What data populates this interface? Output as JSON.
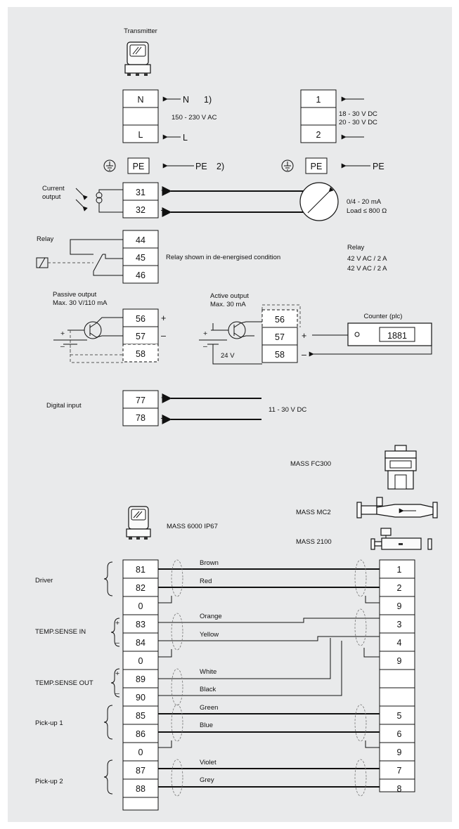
{
  "diagram_title_area": {
    "transmitter_label": "Transmitter"
  },
  "power": {
    "left_terminals": [
      "N",
      "",
      "L"
    ],
    "arrow_N": "N",
    "arrow_L": "L",
    "footnote_1": "1)",
    "voltage_ac": "150 - 230 V AC",
    "right_terminals": [
      "1",
      "",
      "2"
    ],
    "voltage_dc_1": "18 - 30 V DC",
    "voltage_dc_2": "20 - 30 V DC",
    "pe_left": "PE",
    "pe_left_arrow": "PE",
    "footnote_2": "2)",
    "pe_right": "PE",
    "pe_right_arrow": "PE"
  },
  "current_output": {
    "label_line1": "Current",
    "label_line2": "output",
    "terminals": [
      "31",
      "32"
    ],
    "plus": "+",
    "minus": "–",
    "range": "0/4 - 20 mA",
    "load": "Load ≤ 800 Ω"
  },
  "relay": {
    "label": "Relay",
    "terminals": [
      "44",
      "45",
      "46"
    ],
    "note": "Relay shown in de-energised condition",
    "right_title": "Relay",
    "rating_1": "42 V AC / 2 A",
    "rating_2": "42 V AC / 2 A"
  },
  "pulse_output": {
    "passive_title": "Passive output",
    "passive_rating": "Max. 30 V/110 mA",
    "passive_terminals": [
      "56",
      "57",
      "58"
    ],
    "active_title": "Active output",
    "active_rating": "Max. 30 mA",
    "active_terminals": [
      "56",
      "57",
      "58"
    ],
    "supply": "24 V",
    "counter_label": "Counter (plc)",
    "counter_display": "1881",
    "plus": "+",
    "minus": "–"
  },
  "digital_input": {
    "label": "Digital input",
    "terminals": [
      "77",
      "78"
    ],
    "voltage": "11 - 30 V DC",
    "plus": "+",
    "minus": "–"
  },
  "sensors": {
    "fc300": "MASS FC300",
    "mc2": "MASS MC2",
    "m2100": "MASS 2100",
    "ip67": "MASS 6000 IP67"
  },
  "cable": {
    "groups": {
      "driver": "Driver",
      "temp_in": "TEMP.SENSE IN",
      "temp_out": "TEMP.SENSE OUT",
      "pickup1": "Pick-up 1",
      "pickup2": "Pick-up 2"
    },
    "left_terminals": [
      "81",
      "82",
      "0",
      "83",
      "84",
      "0",
      "89",
      "90",
      "85",
      "86",
      "0",
      "87",
      "88",
      ""
    ],
    "right_terminals": [
      "1",
      "2",
      "9",
      "3",
      "4",
      "9",
      "",
      "",
      "5",
      "6",
      "9",
      "7",
      "8"
    ],
    "wire_colors": {
      "brown": "Brown",
      "red": "Red",
      "orange": "Orange",
      "yellow": "Yellow",
      "white": "White",
      "black": "Black",
      "green": "Green",
      "blue": "Blue",
      "violet": "Violet",
      "grey": "Grey"
    },
    "plus": "+",
    "minus": "–"
  }
}
